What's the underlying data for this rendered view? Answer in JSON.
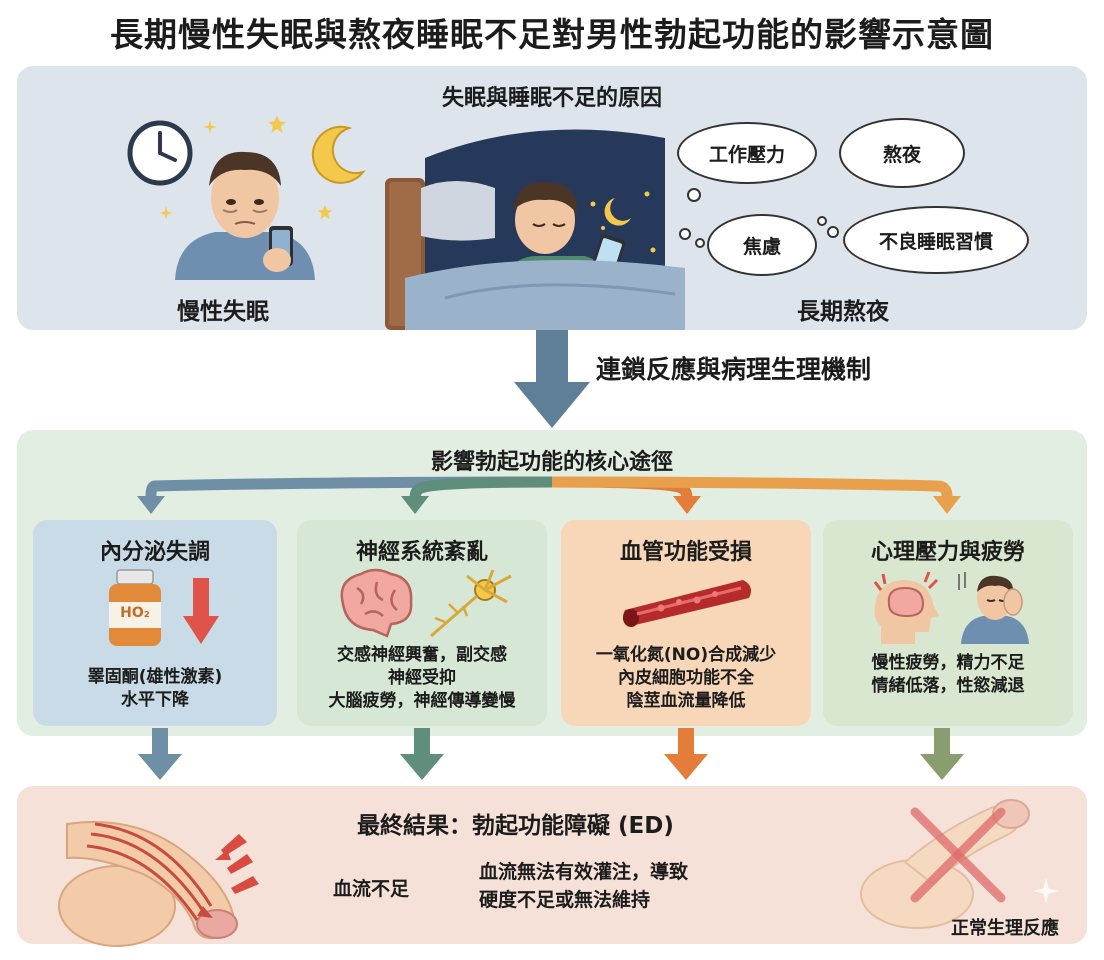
{
  "title": "長期慢性失眠與熬夜睡眠不足對男性勃起功能的影響示意圖",
  "causes": {
    "title": "失眠與睡眠不足的原因",
    "left_caption": "慢性失眠",
    "right_caption": "長期熬夜",
    "bubbles": [
      "工作壓力",
      "熬夜",
      "焦慮",
      "不良睡眠習慣"
    ]
  },
  "mechanism_label": "連鎖反應與病理生理機制",
  "core": {
    "title": "影響勃起功能的核心途徑",
    "boxes": [
      {
        "title": "內分泌失調",
        "lines": [
          "睪固酮(雄性激素)",
          "水平下降"
        ],
        "icon_label": "HO₂",
        "color": "#6e8fa6"
      },
      {
        "title": "神經系統紊亂",
        "lines": [
          "交感神經興奮，副交感",
          "神經受抑",
          "大腦疲勞，神經傳導變慢"
        ],
        "color": "#5f8f7c"
      },
      {
        "title": "血管功能受損",
        "lines": [
          "一氧化氮(NO)合成減少",
          "內皮細胞功能不全",
          "陰莖血流量降低"
        ],
        "color": "#e47c3a"
      },
      {
        "title": "心理壓力與疲勞",
        "lines": [
          "慢性疲勞，精力不足",
          "情緒低落，性慾減退"
        ],
        "color": "#8a9d6e"
      }
    ]
  },
  "result": {
    "title": "最終結果：勃起功能障礙 (ED)",
    "left_label": "血流不足",
    "mid_lines": [
      "血流無法有效灌注，導致",
      "硬度不足或無法維持"
    ],
    "right_label": "正常生理反應"
  }
}
